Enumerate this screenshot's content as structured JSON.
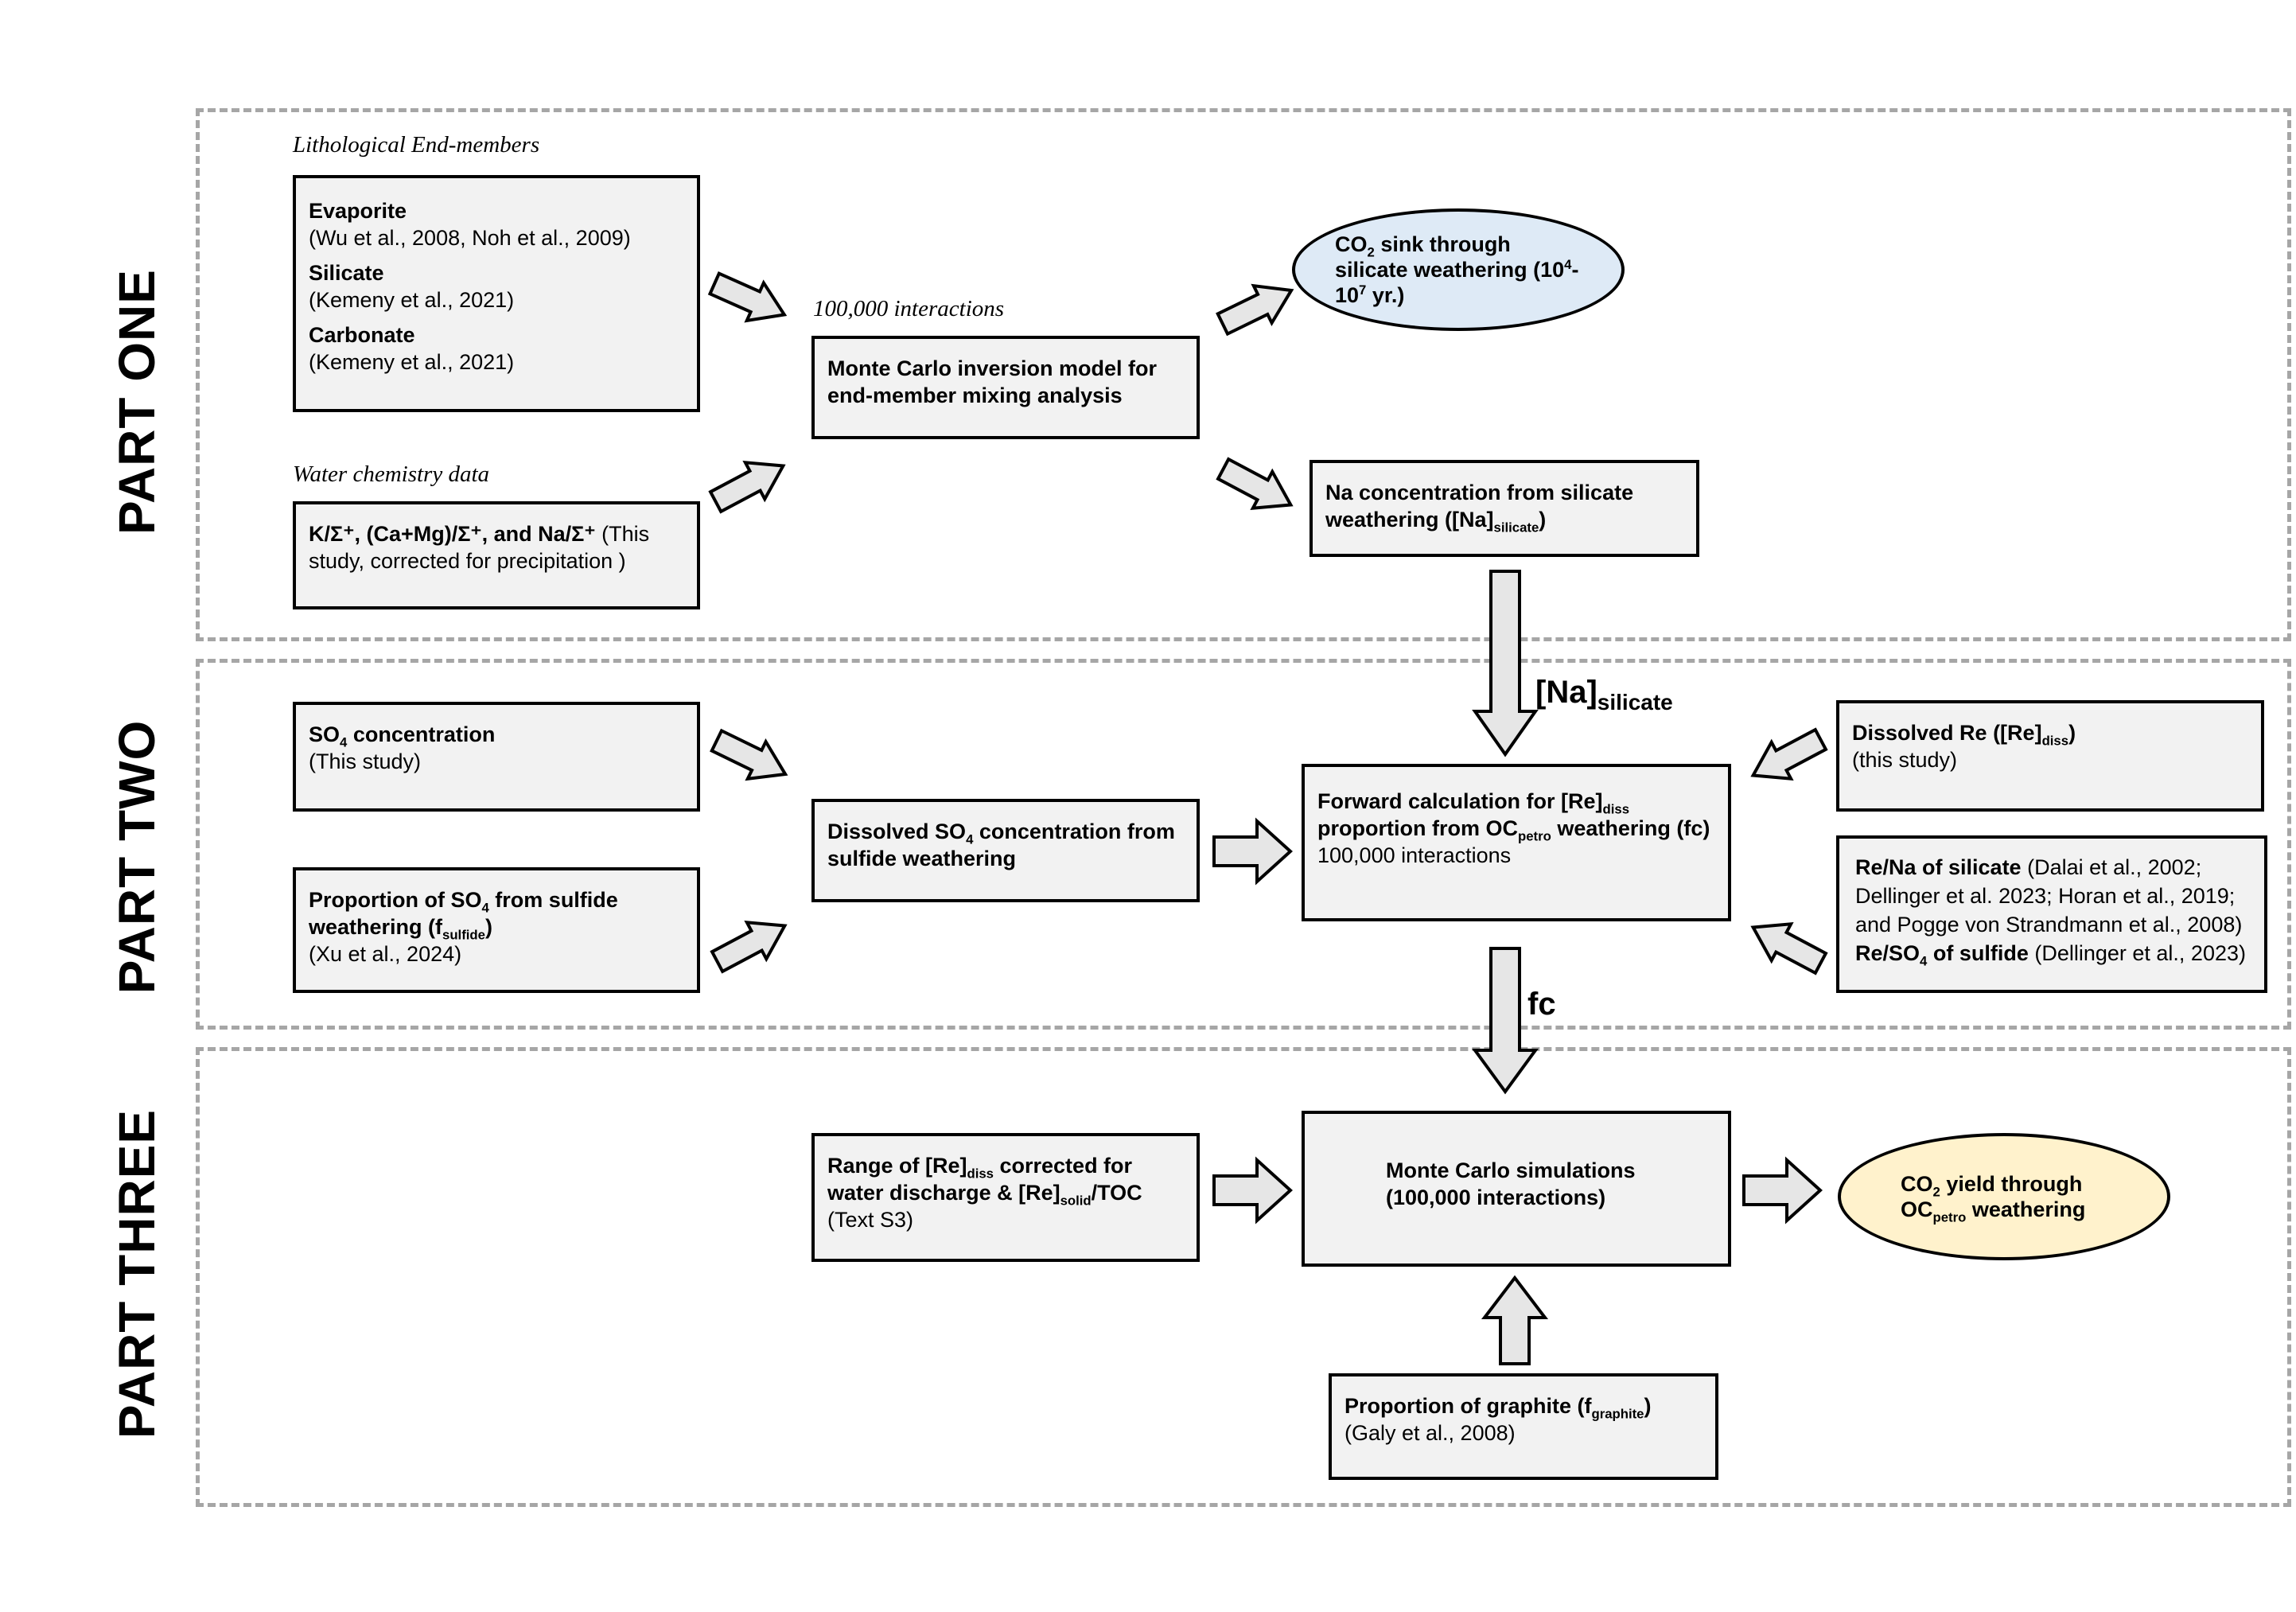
{
  "parts": {
    "one": "PART ONE",
    "two": "PART TWO",
    "three": "PART THREE"
  },
  "part_one": {
    "lith_title": "Lithological End-members",
    "lith": {
      "evaporite": "Evaporite",
      "evaporite_ref": "(Wu et al., 2008, Noh et al., 2009)",
      "silicate": "Silicate",
      "silicate_ref": "(Kemeny et al., 2021)",
      "carbonate": "Carbonate",
      "carbonate_ref": "(Kemeny et al., 2021)"
    },
    "water_title": "Water chemistry data",
    "water": {
      "bold": "K/Σ⁺, (Ca+Mg)/Σ⁺, and Na/Σ⁺",
      "rest": " (This study, corrected for precipitation )"
    },
    "interactions": "100,000 interactions",
    "mc_inversion": "Monte Carlo inversion model for end-member mixing analysis",
    "co2_sink": {
      "a": "CO",
      "sub": "2",
      "b": " sink through silicate weathering (10",
      "sup1": "4",
      "c": "-10",
      "sup2": "7",
      "d": " yr.)"
    },
    "na_conc": {
      "a": "Na concentration from silicate weathering ([Na]",
      "sub": "silicate",
      "b": ")"
    }
  },
  "flows": {
    "na": "[Na]",
    "na_sub": "silicate",
    "fc": "fc"
  },
  "part_two": {
    "so4_conc": {
      "a": "SO",
      "sub": "4",
      "b": " concentration",
      "ref": "(This study)"
    },
    "prop_so4": {
      "a": "Proportion of SO",
      "sub": "4",
      "b": " from sulfide weathering (f",
      "sub2": "sulfide",
      "c": ")",
      "ref": "(Xu et al., 2024)"
    },
    "dissolved_so4": {
      "a": "Dissolved SO",
      "sub": "4",
      "b": " concentration from sulfide weathering"
    },
    "forward": {
      "a": "Forward calculation for [Re]",
      "sub": "diss",
      "b": " proportion from OC",
      "sub2": "petro",
      "c": " weathering (fc)",
      "plain": "100,000 interactions"
    },
    "dissolved_re": {
      "a": "Dissolved Re ([Re]",
      "sub": "diss",
      "b": ")",
      "ref": "(this study)"
    },
    "rena": {
      "bold1": "Re/Na of silicate",
      "rest1": " (Dalai et al., 2002; Dellinger et al. 2023; Horan et al., 2019; and Pogge von Strandmann et al., 2008)",
      "bold2": "Re/SO",
      "bold2_sub": "4",
      "bold2_b": " of sulfide",
      "rest2": " (Dellinger et al., 2023)"
    }
  },
  "part_three": {
    "range": {
      "a": "Range of [Re]",
      "sub": "diss",
      "b": " corrected for water discharge & [Re]",
      "sub2": "solid",
      "c": "/TOC",
      "plain": " (Text S3)"
    },
    "mc_sim": "Monte Carlo simulations (100,000 interactions)",
    "co2_yield": {
      "a": "CO",
      "sub": "2",
      "b": " yield through OC",
      "sub2": "petro",
      "c": " weathering"
    },
    "graphite": {
      "a": "Proportion of graphite (f",
      "sub": "graphite",
      "b": ")",
      "ref": "(Galy et al., 2008)"
    }
  },
  "colors": {
    "box_fill": "#f2f2f2",
    "dash": "#a6a6a6",
    "co2_sink_fill": "#deeaf6",
    "co2_yield_fill": "#fff2cc",
    "arrow_fill": "#e6e6e6"
  }
}
